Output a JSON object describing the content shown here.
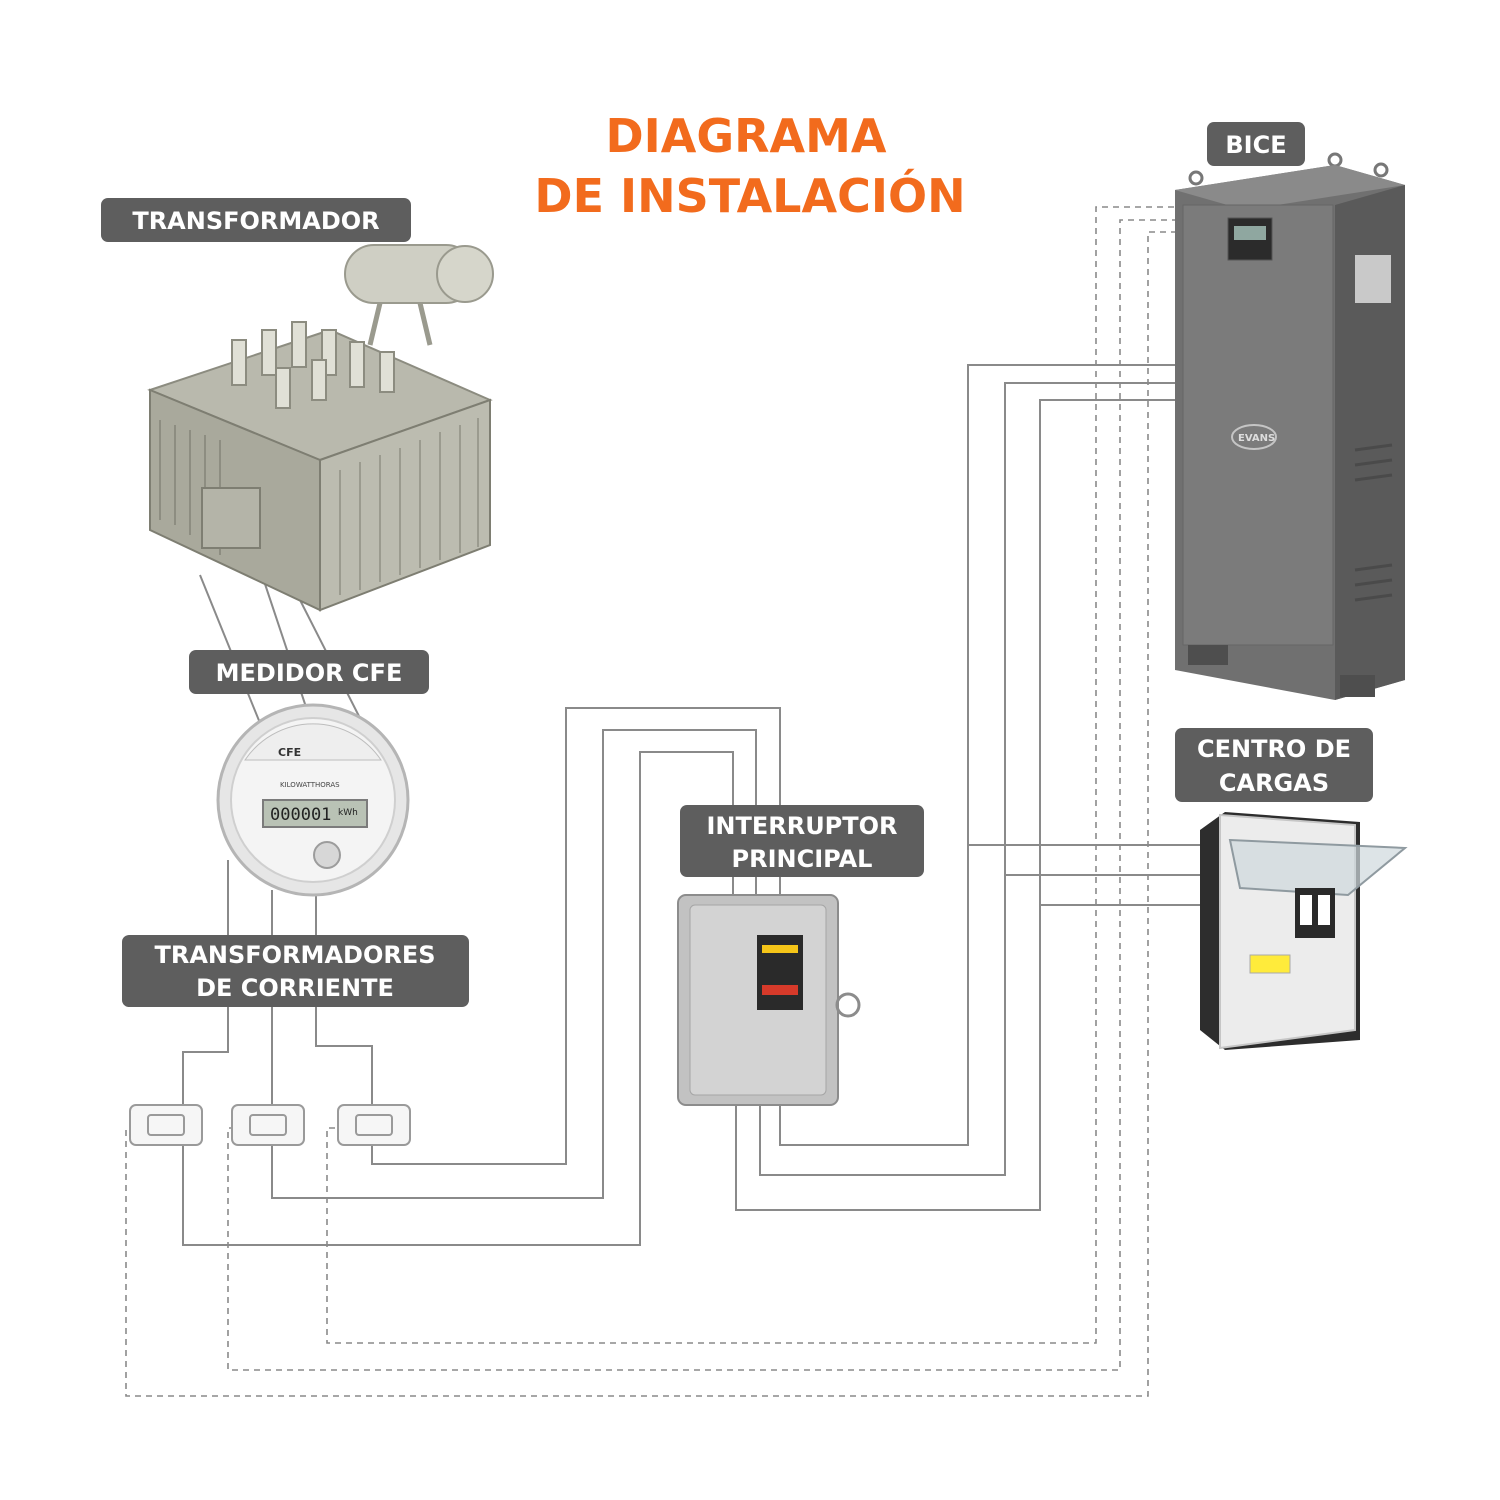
{
  "title": {
    "line1": "DIAGRAMA",
    "line2": "DE INSTALACIÓN"
  },
  "labels": {
    "transformador": "TRANSFORMADOR",
    "medidor": "MEDIDOR CFE",
    "tc_line1": "TRANSFORMADORES",
    "tc_line2": "DE CORRIENTE",
    "interruptor_line1": "INTERRUPTOR",
    "interruptor_line2": "PRINCIPAL",
    "bice": "BICE",
    "centro_line1": "CENTRO DE",
    "centro_line2": "CARGAS"
  },
  "meter": {
    "brand": "CFE",
    "reading": "000001",
    "unit": "kWh",
    "caption": "KILOWATTHORAS"
  },
  "cabinet": {
    "brand": "EVANS"
  },
  "colors": {
    "accent": "#f26b1d",
    "label_bg": "#5e5e5e",
    "wire": "#7a7a7a"
  }
}
